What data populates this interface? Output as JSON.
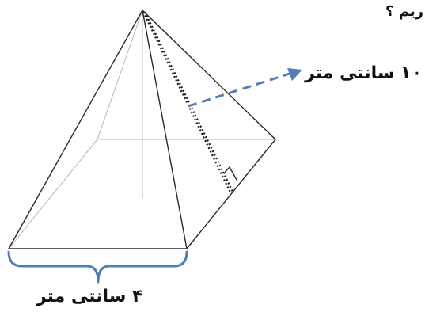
{
  "question_fragment": "ریم ؟",
  "slant_height_label": "۱۰ سانتی متر",
  "base_edge_label": "۴ سانتی متر",
  "colors": {
    "annotation_accent": "#4f7fb5",
    "edges": "#2a2a2a",
    "hidden_edges": "#b8b8b8"
  }
}
